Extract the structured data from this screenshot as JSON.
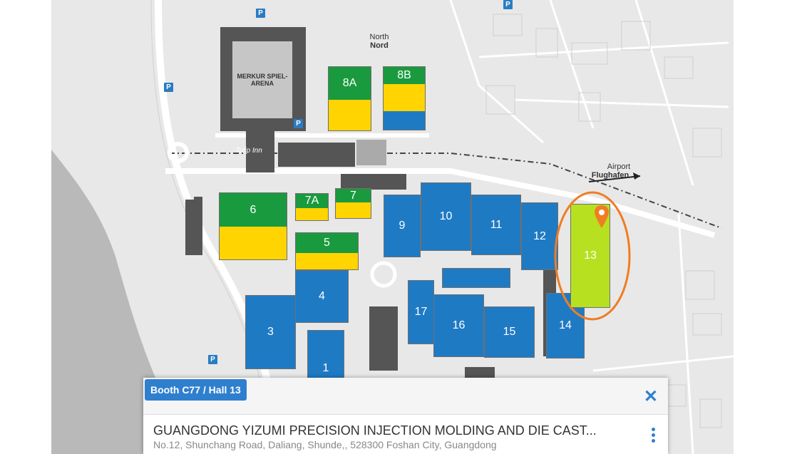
{
  "map": {
    "arena_label": "MERKUR SPIEL-ARENA",
    "north": {
      "line1": "North",
      "line2": "Nord"
    },
    "airport": {
      "line1": "Airport",
      "line2": "Flughafen"
    },
    "tulip_inn": "Tulip Inn",
    "parking_label": "P",
    "halls": [
      {
        "label": "1"
      },
      {
        "label": "3"
      },
      {
        "label": "4"
      },
      {
        "label": "5"
      },
      {
        "label": "6"
      },
      {
        "label": "7"
      },
      {
        "label": "7A"
      },
      {
        "label": "8A"
      },
      {
        "label": "8B"
      },
      {
        "label": "9"
      },
      {
        "label": "10"
      },
      {
        "label": "11"
      },
      {
        "label": "12"
      },
      {
        "label": "13"
      },
      {
        "label": "14"
      },
      {
        "label": "15"
      },
      {
        "label": "16"
      },
      {
        "label": "17"
      }
    ],
    "highlighted_hall": "13",
    "marker_color": "#f07d22",
    "highlight_color": "#b7e021",
    "colors": {
      "hall_blue": "#1f7ac4",
      "hall_green": "#1a9a3e",
      "hall_yellow": "#ffd400"
    }
  },
  "popup": {
    "booth_label": "Booth C77 / Hall 13",
    "close_icon": "close-x",
    "exhibitor_name": "GUANGDONG YIZUMI PRECISION INJECTION MOLDING AND DIE CAST...",
    "address": "No.12, Shunchang Road, Daliang, Shunde,, 528300 Foshan City, Guangdong",
    "menu_icon": "vertical-dots"
  }
}
